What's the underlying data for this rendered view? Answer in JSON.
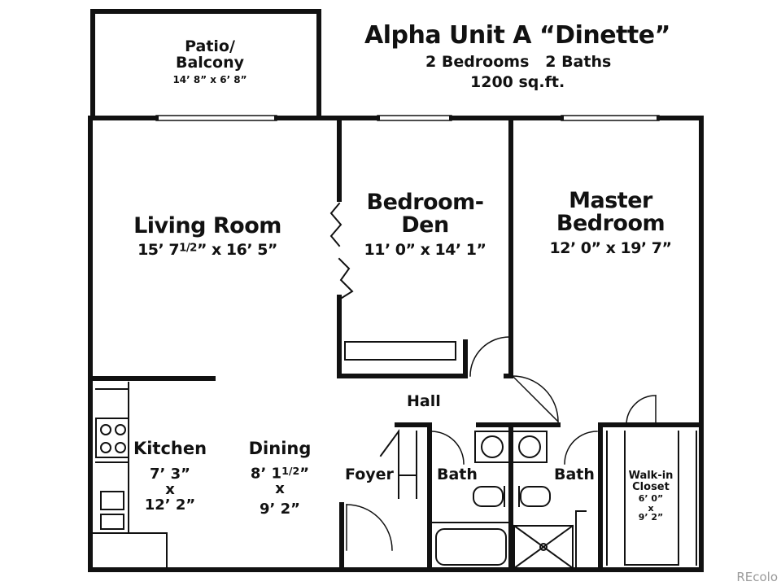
{
  "title": {
    "unit_name": "Alpha Unit A “Dinette”",
    "rooms_summary": "2 Bedrooms   2 Baths",
    "area": "1200 sq.ft."
  },
  "rooms": {
    "patio": {
      "name_line1": "Patio/",
      "name_line2": "Balcony",
      "dims": "14’ 8” x 6’ 8”"
    },
    "living_room": {
      "name": "Living Room",
      "dims_pre": "15’ 7",
      "dims_frac": "1/2",
      "dims_post": "” x 16’ 5”"
    },
    "bedroom_den": {
      "name_line1": "Bedroom-",
      "name_line2": "Den",
      "dims": "11’ 0” x 14’ 1”"
    },
    "master_bedroom": {
      "name_line1": "Master",
      "name_line2": "Bedroom",
      "dims": "12’ 0” x 19’ 7”"
    },
    "kitchen": {
      "name": "Kitchen",
      "dim_w": "7’ 3”",
      "dim_x": "x",
      "dim_d": "12’ 2”"
    },
    "dining": {
      "name": "Dining",
      "dim_w_pre": "8’ 1",
      "dim_w_frac": "1/2",
      "dim_w_post": "”",
      "dim_x": "x",
      "dim_d": "9’ 2”"
    },
    "hall": {
      "name": "Hall"
    },
    "foyer": {
      "name": "Foyer"
    },
    "bath_1": {
      "name": "Bath"
    },
    "bath_2": {
      "name": "Bath"
    },
    "walk_in_closet": {
      "name_line1": "Walk-in",
      "name_line2": "Closet",
      "dim_w": "6’ 0”",
      "dim_x": "x",
      "dim_d": "9’ 2”"
    }
  },
  "watermark": "REcolo",
  "colors": {
    "wall": "#111111",
    "background": "#ffffff",
    "watermark": "#9a9a9a"
  }
}
